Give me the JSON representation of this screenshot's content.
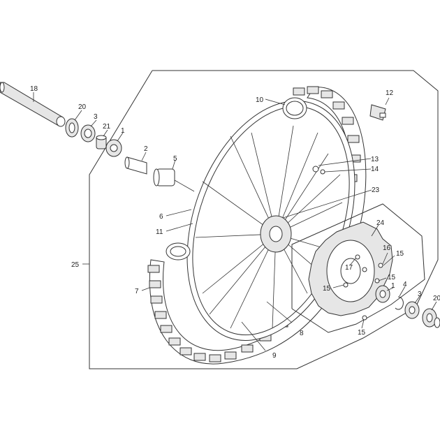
{
  "callouts": {
    "p1": "1",
    "p1b": "1",
    "p2": "2",
    "p3": "3",
    "p3b": "3",
    "p4": "4",
    "p5": "5",
    "p6": "6",
    "p7": "7",
    "p8": "8",
    "p9": "9",
    "p10": "10",
    "p11": "11",
    "p12": "12",
    "p13": "13",
    "p14": "14",
    "p15a": "15",
    "p15b": "15",
    "p15c": "15",
    "p15d": "15",
    "p16": "16",
    "p17": "17",
    "p18": "18",
    "p20": "20",
    "p20b": "20",
    "p21": "21",
    "p23": "23",
    "p24": "24",
    "p25": "25"
  },
  "colors": {
    "line": "#333333",
    "fill": "#ffffff",
    "shade": "#e6e6e6"
  }
}
